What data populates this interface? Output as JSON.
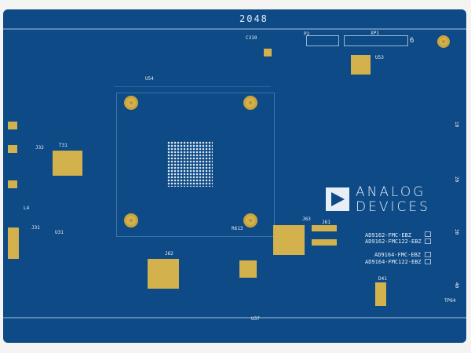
{
  "board": {
    "serial": "2048",
    "colors": {
      "soldermask": "#0d4a86",
      "copper": "#d3b24e",
      "silkscreen": "#e8eef6"
    }
  },
  "logo": {
    "line1": "ANALOG",
    "line2": "DEVICES"
  },
  "variants": [
    "AD9162-FMC-EBZ",
    "AD9162-FMC122-EBZ",
    "AD9164-FMC-EBZ",
    "AD9164-FMC122-EBZ"
  ],
  "edge_marks": [
    "10",
    "20",
    "30",
    "40"
  ],
  "refdes": {
    "j32": "J32",
    "j31": "J31",
    "j62": "J62",
    "j63": "J63",
    "j61": "J61",
    "u37": "U37",
    "tp64": "TP64",
    "t31": "T31",
    "xp1": "XP1",
    "p2": "P2",
    "c310": "C310",
    "u54": "U54",
    "u53": "U53",
    "d41": "D41",
    "l4": "L4",
    "u31": "U31",
    "r613": "R613",
    "pin6": "6"
  }
}
